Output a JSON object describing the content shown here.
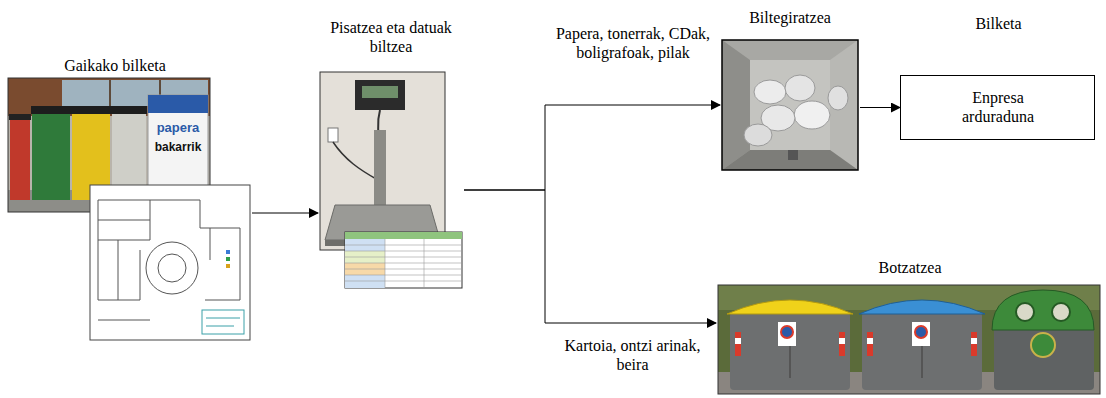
{
  "diagram": {
    "nodes": [
      {
        "text": [
          "Gaikako bilketa"
        ]
      },
      {
        "text": [
          "Pisatzea eta datuak biltzea"
        ]
      },
      {
        "text": [
          "Biltegiratzea"
        ]
      },
      {
        "text": [
          "Bilketa",
          "Enpresa arduraduna"
        ]
      },
      {
        "text": [
          "Botzatzea"
        ]
      }
    ],
    "edges": [
      {
        "from": 0,
        "to": 1,
        "arrow": "to"
      },
      {
        "from": 1,
        "to": 2,
        "label": "Papera, tonerrak, CDak, boligrafoak, pilak",
        "arrow": "to"
      },
      {
        "from": 2,
        "to": 3,
        "arrow": "to"
      },
      {
        "from": 1,
        "to": 4,
        "label": "Kartoia, ontzi arinak, beira",
        "arrow": "to"
      }
    ],
    "labels": [
      "papera",
      "bakarrik"
    ]
  }
}
